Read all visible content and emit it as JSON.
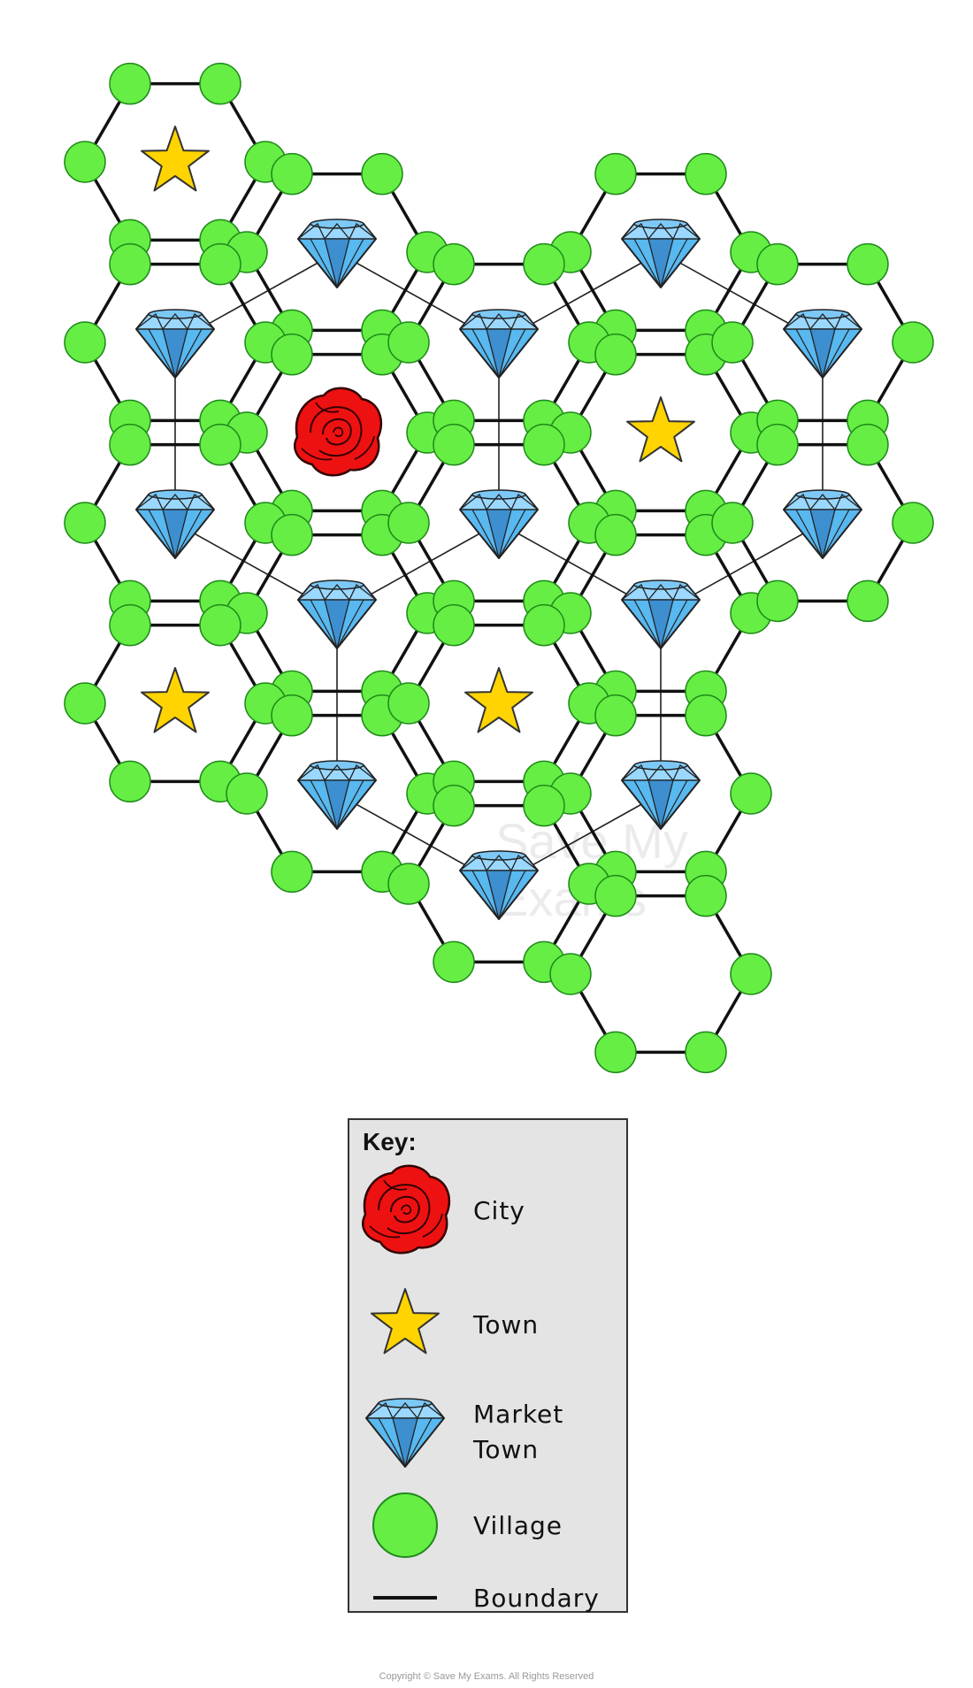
{
  "diagram": {
    "colors": {
      "village": "#66ee44",
      "village_stroke": "#1f8a1a",
      "boundary": "#111111",
      "trade_line": "#222222",
      "star_fill": "#ffd400",
      "star_stroke": "#333333",
      "diamond_fill": "#58b8f0",
      "diamond_dark": "#3d8fd0",
      "diamond_light": "#9bd8ff",
      "rose_fill": "#ee1111",
      "rose_stroke": "#330000",
      "key_bg": "#e4e4e4",
      "key_border": "#333333"
    },
    "cells": [
      {
        "col": 0,
        "row": 0,
        "center": "town"
      },
      {
        "col": 1,
        "row": 0,
        "center": "market"
      },
      {
        "col": 3,
        "row": 0,
        "center": "market"
      },
      {
        "col": 0,
        "row": 1,
        "center": "market"
      },
      {
        "col": 1,
        "row": 1,
        "center": "city"
      },
      {
        "col": 2,
        "row": 1,
        "center": "market"
      },
      {
        "col": 3,
        "row": 1,
        "center": "town"
      },
      {
        "col": 4,
        "row": 1,
        "center": "market"
      },
      {
        "col": 0,
        "row": 2,
        "center": "market"
      },
      {
        "col": 1,
        "row": 2,
        "center": "market"
      },
      {
        "col": 2,
        "row": 2,
        "center": "market"
      },
      {
        "col": 3,
        "row": 2,
        "center": "market"
      },
      {
        "col": 4,
        "row": 2,
        "center": "market"
      },
      {
        "col": 0,
        "row": 3,
        "center": "town"
      },
      {
        "col": 1,
        "row": 3,
        "center": "market"
      },
      {
        "col": 2,
        "row": 3,
        "center": "town"
      },
      {
        "col": 3,
        "row": 3,
        "center": "market"
      },
      {
        "col": 2,
        "row": 4,
        "center": "market"
      },
      {
        "col": 3,
        "row": 4,
        "center": "none"
      }
    ]
  },
  "key": {
    "title": "Key:",
    "items": [
      {
        "symbol": "city",
        "label": "City"
      },
      {
        "symbol": "town",
        "label": "Town"
      },
      {
        "symbol": "market",
        "label": "Market\nTown"
      },
      {
        "symbol": "village",
        "label": "Village"
      },
      {
        "symbol": "boundary",
        "label": "Boundary"
      }
    ]
  },
  "watermark": {
    "line1": "Save My",
    "line2": "Exams"
  },
  "copyright": "Copyright © Save My Exams. All Rights Reserved"
}
